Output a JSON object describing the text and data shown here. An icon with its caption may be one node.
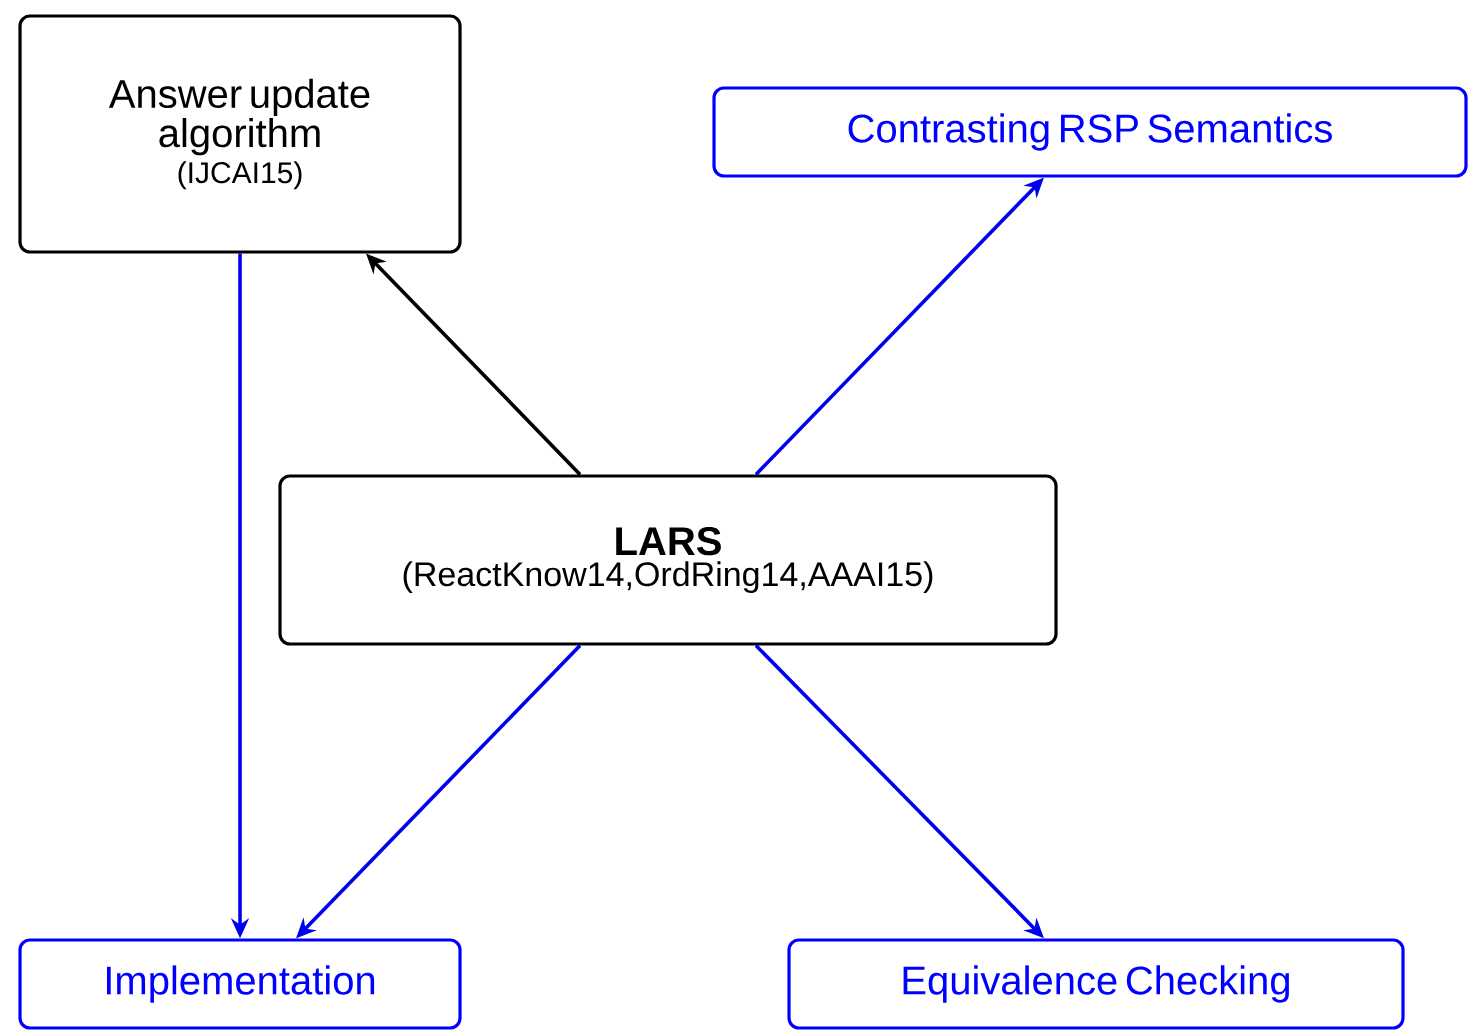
{
  "diagram": {
    "nodes": [
      {
        "text": [
          "Answer update algorithm",
          "(IJCAI15)"
        ]
      },
      {
        "text": [
          "Contrasting RSP Semantics"
        ]
      },
      {
        "text": [
          "LARS",
          "(ReactKnow14,OrdRing14,AAAI15)"
        ]
      },
      {
        "text": [
          "Implementation"
        ]
      },
      {
        "text": [
          "Equivalence Checking"
        ]
      }
    ],
    "edges": [
      {
        "from": 2,
        "to": 0,
        "arrow": "to",
        "color": "#000000"
      },
      {
        "from": 2,
        "to": 1,
        "arrow": "to"
      },
      {
        "from": 2,
        "to": 3,
        "arrow": "to"
      },
      {
        "from": 2,
        "to": 4,
        "arrow": "to"
      },
      {
        "from": 0,
        "to": 3,
        "arrow": "to"
      }
    ]
  }
}
